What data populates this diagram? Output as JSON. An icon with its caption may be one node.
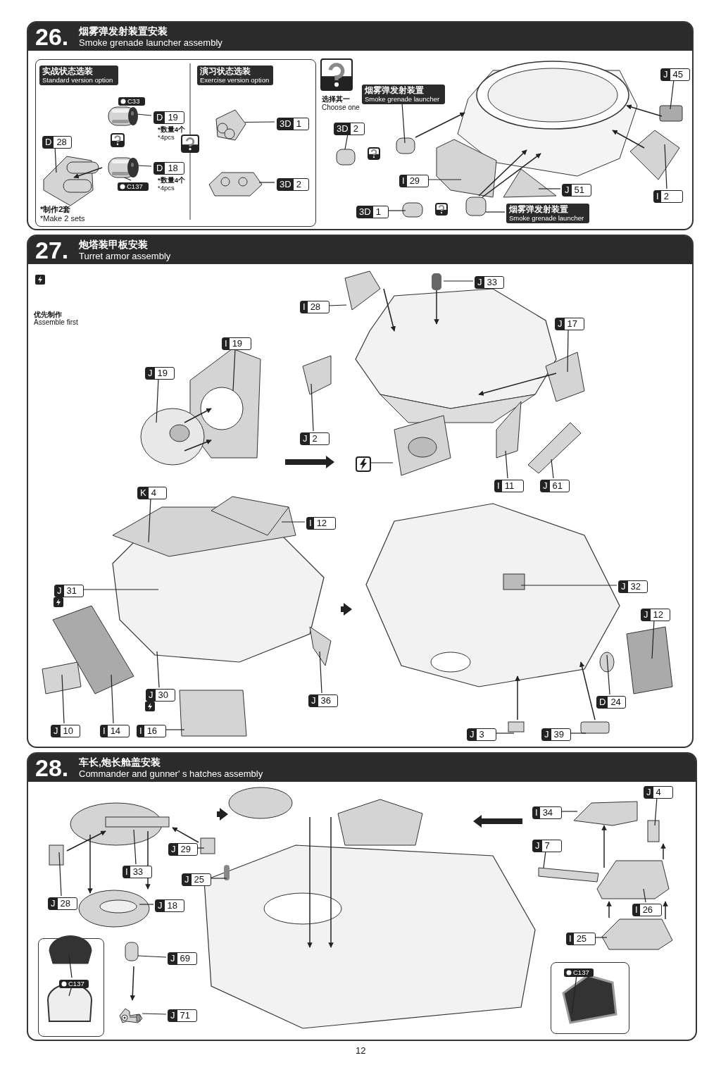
{
  "diagram": {
    "nodes": [
      {
        "text": [
          "26.",
          "烟雾弹发射装置安装",
          "Smoke grenade launcher assembly"
        ]
      },
      {
        "text": [],
        "shape": "box",
        "in": 0
      },
      {
        "text": [
          "实战状态选装",
          "Standard version option"
        ],
        "in": 1
      },
      {
        "text": [
          "演习状态选装",
          "Exercise version option"
        ],
        "in": 1
      },
      {
        "text": [
          "D",
          "28"
        ],
        "in": 1
      },
      {
        "text": [
          "C33"
        ],
        "in": 1
      },
      {
        "text": [
          "D",
          "19"
        ],
        "in": 1,
        "beside": [
          "*数量4个",
          "*4pcs"
        ]
      },
      {
        "text": [
          "D",
          "18"
        ],
        "in": 1,
        "beside": [
          "*数量4个",
          "*4pcs"
        ]
      },
      {
        "text": [
          "C137"
        ],
        "in": 1
      },
      {
        "text": [
          "3D",
          "1"
        ],
        "in": 1
      },
      {
        "text": [
          "3D",
          "2"
        ],
        "in": 1
      },
      {
        "text": [
          "烟雾弹发射装置",
          "Smoke grenade launcher"
        ],
        "in": 0
      },
      {
        "text": [
          "3D",
          "2"
        ],
        "in": 0
      },
      {
        "text": [
          "I",
          "29"
        ],
        "in": 0
      },
      {
        "text": [
          "J",
          "51"
        ],
        "in": 0
      },
      {
        "text": [
          "3D",
          "1"
        ],
        "in": 0
      },
      {
        "text": [
          "烟雾弹发射装置",
          "Smoke grenade launcher"
        ],
        "in": 0
      },
      {
        "text": [
          "J",
          "45"
        ],
        "in": 0
      },
      {
        "text": [
          "I",
          "2"
        ],
        "in": 0
      },
      {
        "text": [
          "27.",
          "炮塔装甲板安装",
          "Turret armor assembly"
        ]
      },
      {
        "text": [
          "I",
          "28"
        ],
        "in": 19
      },
      {
        "text": [
          "J",
          "33"
        ],
        "in": 19
      },
      {
        "text": [
          "J",
          "17"
        ],
        "in": 19
      },
      {
        "text": [
          "I",
          "19"
        ],
        "in": 19
      },
      {
        "text": [
          "J",
          "19"
        ],
        "in": 19
      },
      {
        "text": [
          "J",
          "2"
        ],
        "in": 19
      },
      {
        "text": [],
        "shape": "box",
        "in": 19
      },
      {
        "text": [
          "I",
          "11"
        ],
        "in": 19
      },
      {
        "text": [
          "J",
          "61"
        ],
        "in": 19
      },
      {
        "text": [
          "K",
          "4"
        ],
        "in": 19
      },
      {
        "text": [
          "I",
          "12"
        ],
        "in": 19
      },
      {
        "text": [
          "J",
          "31"
        ],
        "in": 19
      },
      {
        "text": [
          "J",
          "32"
        ],
        "in": 19
      },
      {
        "text": [
          "J",
          "12"
        ],
        "in": 19
      },
      {
        "text": [
          "J",
          "30"
        ],
        "in": 19
      },
      {
        "text": [
          "J",
          "36"
        ],
        "in": 19
      },
      {
        "text": [
          "D",
          "24"
        ],
        "in": 19
      },
      {
        "text": [
          "J",
          "10"
        ],
        "in": 19
      },
      {
        "text": [
          "I",
          "14"
        ],
        "in": 19
      },
      {
        "text": [
          "I",
          "16"
        ],
        "in": 19
      },
      {
        "text": [
          "J",
          "3"
        ],
        "in": 19
      },
      {
        "text": [
          "J",
          "39"
        ],
        "in": 19
      },
      {
        "text": [
          "28.",
          "车长,炮长舱盖安装",
          "Commander and gunner' s hatches assembly"
        ]
      },
      {
        "text": [
          "J",
          "4"
        ],
        "in": 42
      },
      {
        "text": [
          "I",
          "34"
        ],
        "in": 42
      },
      {
        "text": [
          "J",
          "29"
        ],
        "in": 42
      },
      {
        "text": [
          "J",
          "7"
        ],
        "in": 42
      },
      {
        "text": [
          "I",
          "33"
        ],
        "in": 42
      },
      {
        "text": [
          "J",
          "25"
        ],
        "in": 42
      },
      {
        "text": [
          "J",
          "28"
        ],
        "in": 42
      },
      {
        "text": [
          "J",
          "18"
        ],
        "in": 42
      },
      {
        "text": [
          "I",
          "26"
        ],
        "in": 42
      },
      {
        "text": [
          "I",
          "25"
        ],
        "in": 42
      },
      {
        "text": [
          "J",
          "69"
        ],
        "in": 42
      },
      {
        "text": [],
        "shape": "box",
        "in": 42
      },
      {
        "text": [
          "C137"
        ],
        "in": 54
      },
      {
        "text": [
          "J",
          "71"
        ],
        "in": 42
      },
      {
        "text": [],
        "shape": "box",
        "in": 42
      },
      {
        "text": [
          "C137"
        ],
        "in": 57
      },
      {
        "text": [],
        "shape": "picture",
        "in": 1
      },
      {
        "text": [],
        "shape": "picture",
        "in": 1
      },
      {
        "text": [],
        "shape": "picture",
        "in": 1
      },
      {
        "text": [],
        "shape": "picture",
        "in": 42
      }
    ],
    "edges": [
      {
        "from": 4,
        "to": null,
        "arrow": "none"
      },
      {
        "from": 5,
        "to": 59,
        "arrow": "none"
      },
      {
        "from": 6,
        "to": 59,
        "arrow": "none"
      },
      {
        "from": 7,
        "to": 60,
        "arrow": "none"
      },
      {
        "from": 8,
        "to": 60,
        "arrow": "none"
      },
      {
        "from": 9,
        "to": 61,
        "arrow": "none"
      },
      {
        "from": 10,
        "to": null,
        "arrow": "none"
      },
      {
        "from": 11,
        "to": null,
        "arrow": "none"
      },
      {
        "from": 12,
        "to": null,
        "arrow": "none"
      },
      {
        "from": 13,
        "to": null,
        "arrow": "none"
      },
      {
        "from": 14,
        "to": null,
        "arrow": "none"
      },
      {
        "from": 15,
        "to": null,
        "arrow": "none"
      },
      {
        "from": 16,
        "to": null,
        "arrow": "none"
      },
      {
        "from": 17,
        "to": null,
        "arrow": "none"
      },
      {
        "from": 18,
        "to": null,
        "arrow": "none"
      },
      {
        "from": 20,
        "to": null,
        "arrow": "none"
      },
      {
        "from": 21,
        "to": null,
        "arrow": "none"
      },
      {
        "from": 22,
        "to": null,
        "arrow": "none"
      },
      {
        "from": 23,
        "to": null,
        "arrow": "none"
      },
      {
        "from": 24,
        "to": null,
        "arrow": "none"
      },
      {
        "from": 25,
        "to": null,
        "arrow": "none"
      },
      {
        "from": 26,
        "to": null,
        "arrow": "none"
      },
      {
        "from": 27,
        "to": null,
        "arrow": "none"
      },
      {
        "from": 28,
        "to": null,
        "arrow": "none"
      },
      {
        "from": 29,
        "to": null,
        "arrow": "none"
      },
      {
        "from": 30,
        "to": null,
        "arrow": "none"
      },
      {
        "from": 31,
        "to": null,
        "arrow": "none"
      },
      {
        "from": 32,
        "to": null,
        "arrow": "none"
      },
      {
        "from": 33,
        "to": null,
        "arrow": "none"
      },
      {
        "from": 34,
        "to": null,
        "arrow": "none"
      },
      {
        "from": 35,
        "to": null,
        "arrow": "none"
      },
      {
        "from": 36,
        "to": null,
        "arrow": "none"
      },
      {
        "from": 37,
        "to": null,
        "arrow": "none"
      },
      {
        "from": 38,
        "to": null,
        "arrow": "none"
      },
      {
        "from": 39,
        "to": null,
        "arrow": "none"
      },
      {
        "from": 40,
        "to": null,
        "arrow": "none"
      },
      {
        "from": 41,
        "to": null,
        "arrow": "none"
      },
      {
        "from": 43,
        "to": null,
        "arrow": "none"
      },
      {
        "from": 44,
        "to": null,
        "arrow": "none"
      },
      {
        "from": 45,
        "to": null,
        "arrow": "none"
      },
      {
        "from": 46,
        "to": null,
        "arrow": "none"
      },
      {
        "from": 47,
        "to": null,
        "arrow": "none"
      },
      {
        "from": 48,
        "to": null,
        "arrow": "none"
      },
      {
        "from": 49,
        "to": null,
        "arrow": "none"
      },
      {
        "from": 50,
        "to": null,
        "arrow": "none"
      },
      {
        "from": 51,
        "to": null,
        "arrow": "none"
      },
      {
        "from": 52,
        "to": null,
        "arrow": "none"
      },
      {
        "from": 53,
        "to": null,
        "arrow": "none"
      },
      {
        "from": 55,
        "to": null,
        "arrow": "none"
      },
      {
        "from": 55,
        "to": null,
        "arrow": "none"
      },
      {
        "from": 56,
        "to": 62,
        "arrow": "none"
      },
      {
        "from": 58,
        "to": null,
        "arrow": "none"
      }
    ],
    "labels": [
      "*制作2套",
      "*Make 2 sets",
      "选择其一",
      "Choose one",
      "优先制作",
      "Assemble first",
      "12"
    ]
  }
}
